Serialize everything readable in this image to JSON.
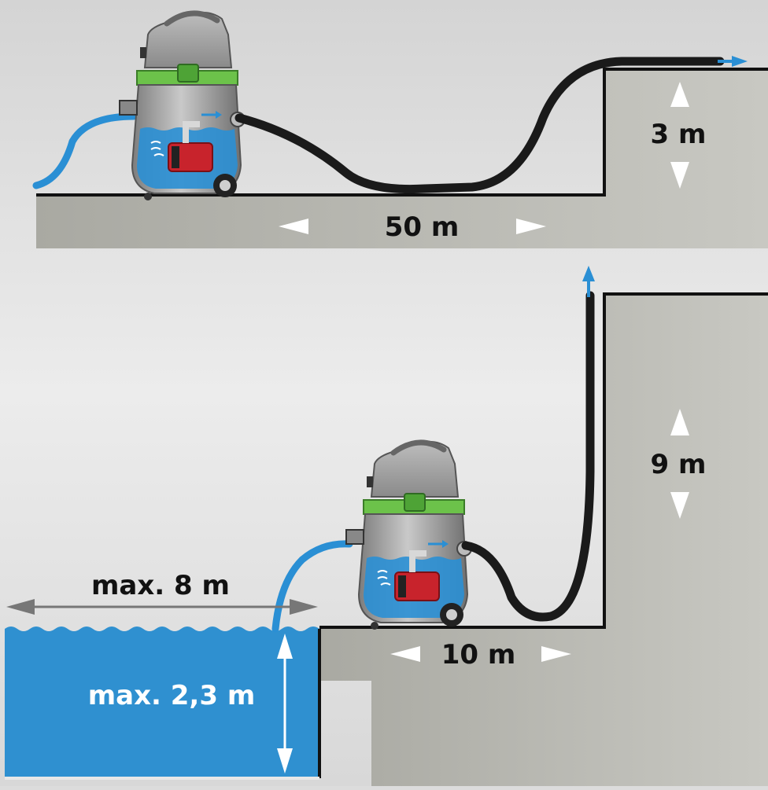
{
  "top_scene": {
    "horizontal_distance": "50 m",
    "vertical_height": "3 m"
  },
  "bottom_scene": {
    "suction_reach": "max. 8 m",
    "suction_depth": "max. 2,3 m",
    "horizontal_distance": "10 m",
    "vertical_height": "9 m"
  },
  "colors": {
    "water": "#2f90d0",
    "hose_suction": "#2a8fd4",
    "hose_discharge": "#1a1a1a",
    "ground": "#b9b9b2",
    "pump_body": "#9a9a9a",
    "pump_band": "#6cc24a",
    "pump_motor": "#c8232c",
    "arrow_white": "#ffffff",
    "arrow_blue": "#2a8fd4"
  }
}
